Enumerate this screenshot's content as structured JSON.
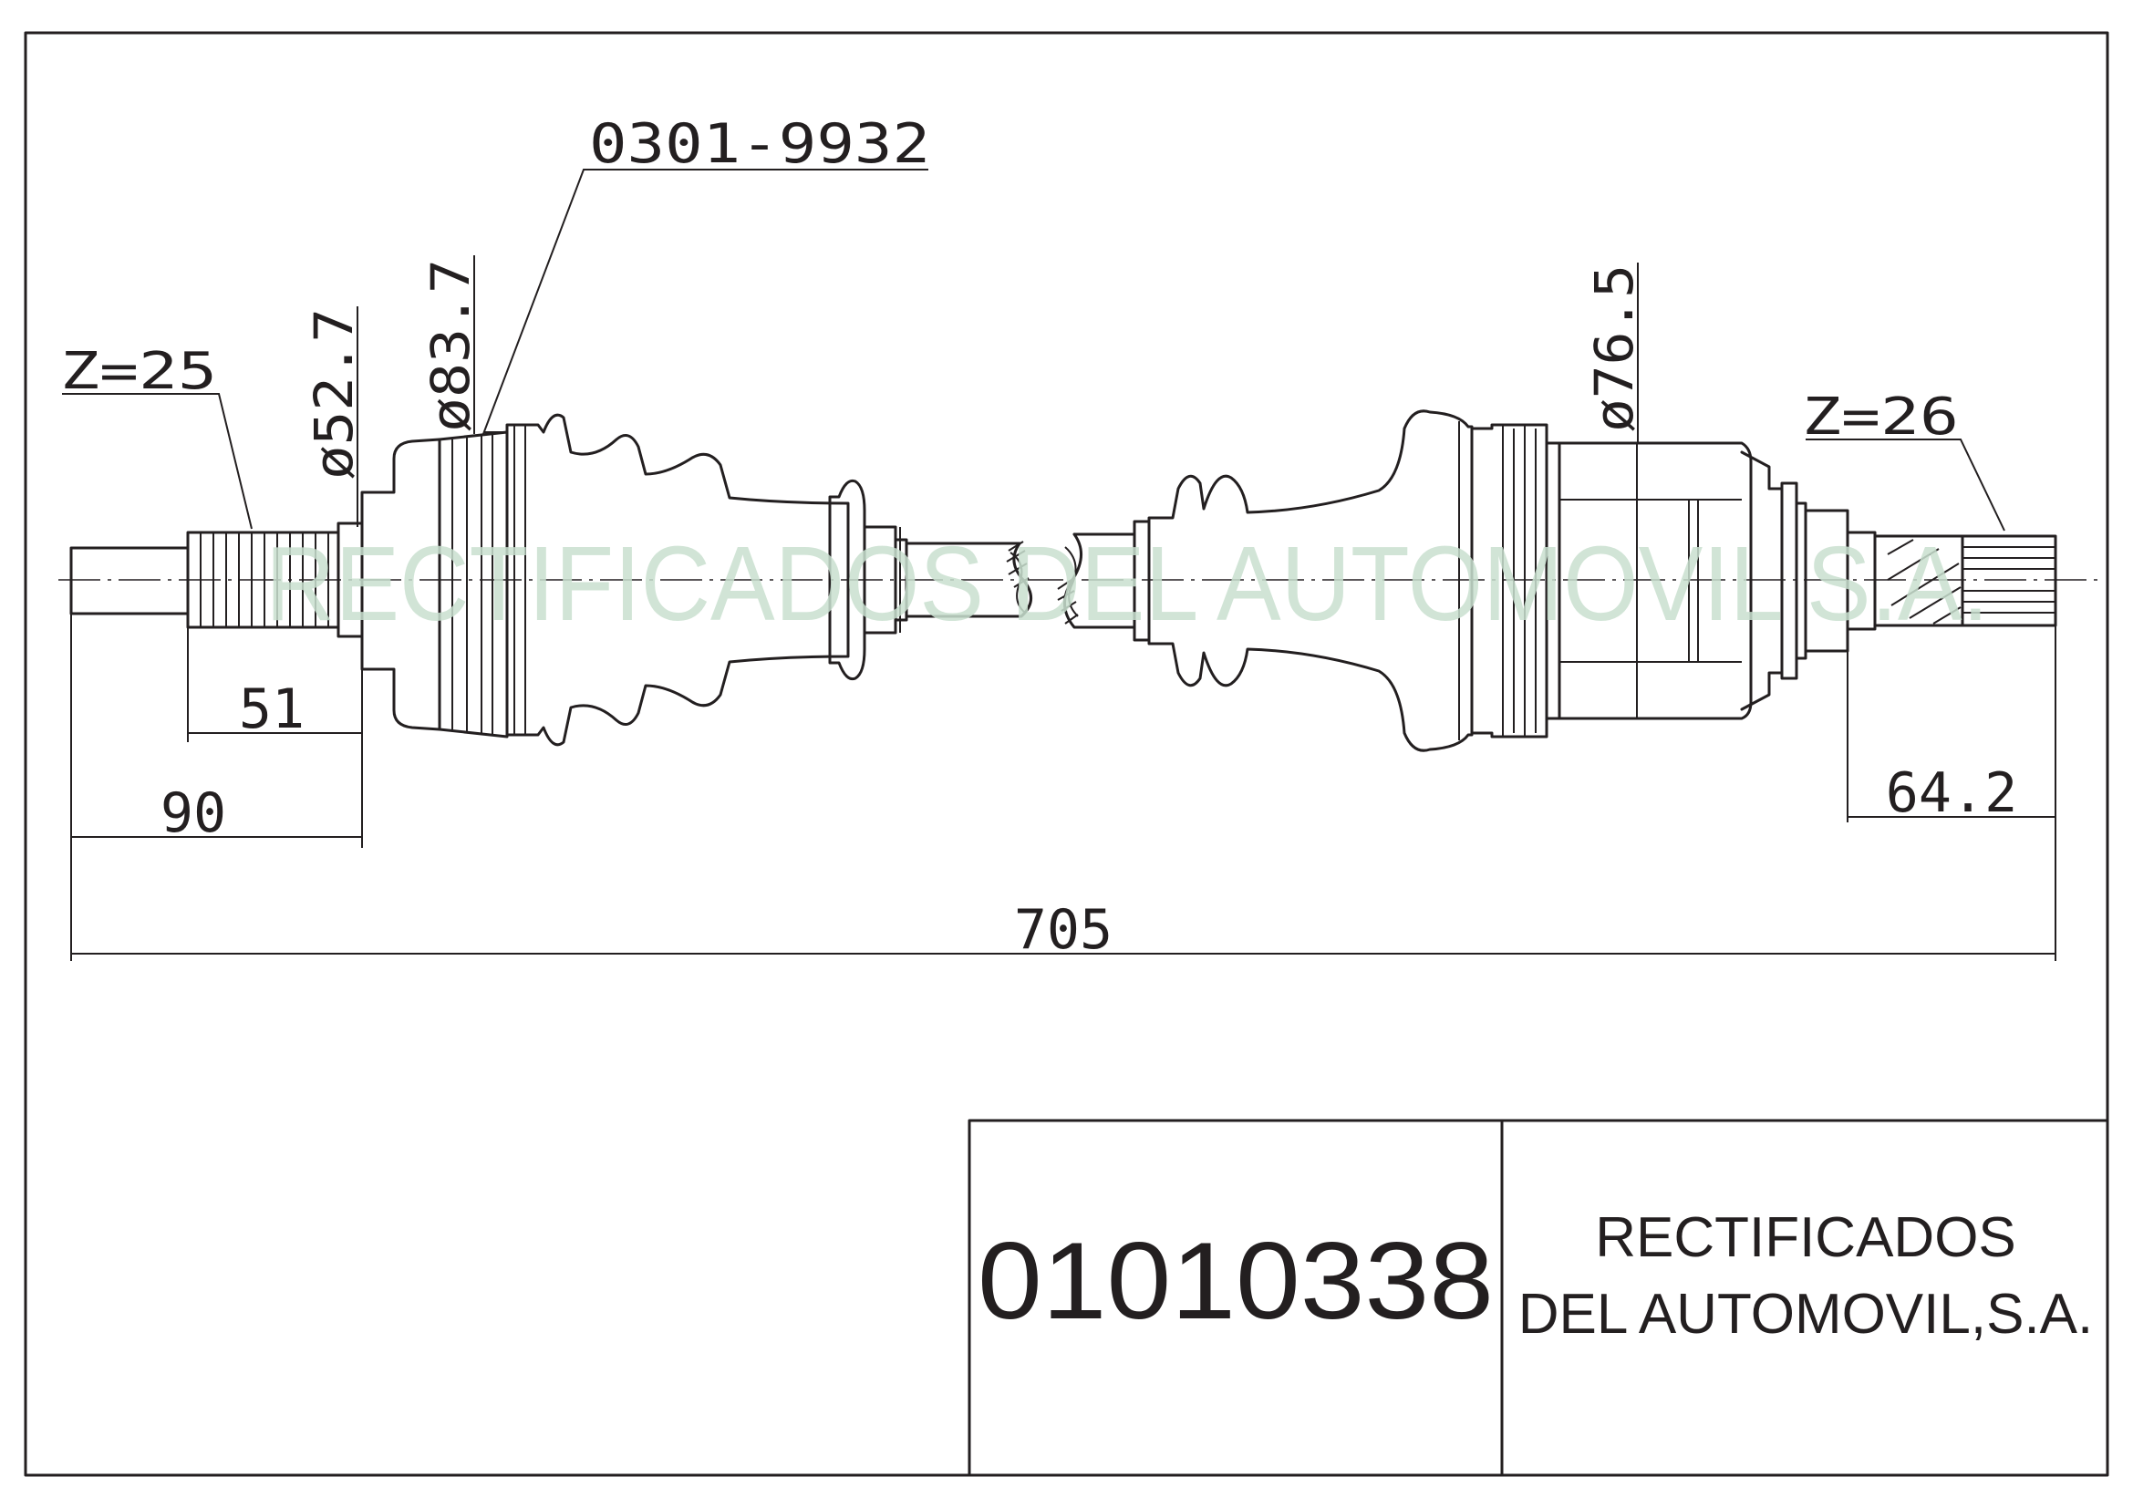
{
  "drawing": {
    "part_ref": "0301-9932",
    "left_teeth": "Z=25",
    "right_teeth": "Z=26",
    "dia_left_inner": "ø52.7",
    "dia_left_outer": "ø83.7",
    "dia_right": "ø76.5",
    "dim_spline_left": "51",
    "dim_shaft_left": "90",
    "dim_spline_right": "64.2",
    "dim_overall": "705",
    "watermark": "RECTIFICADOS DEL AUTOMOVIL S.A."
  },
  "title_block": {
    "part_number": "01010338",
    "company_line1": "RECTIFICADOS",
    "company_line2": "DEL AUTOMOVIL,S.A."
  }
}
